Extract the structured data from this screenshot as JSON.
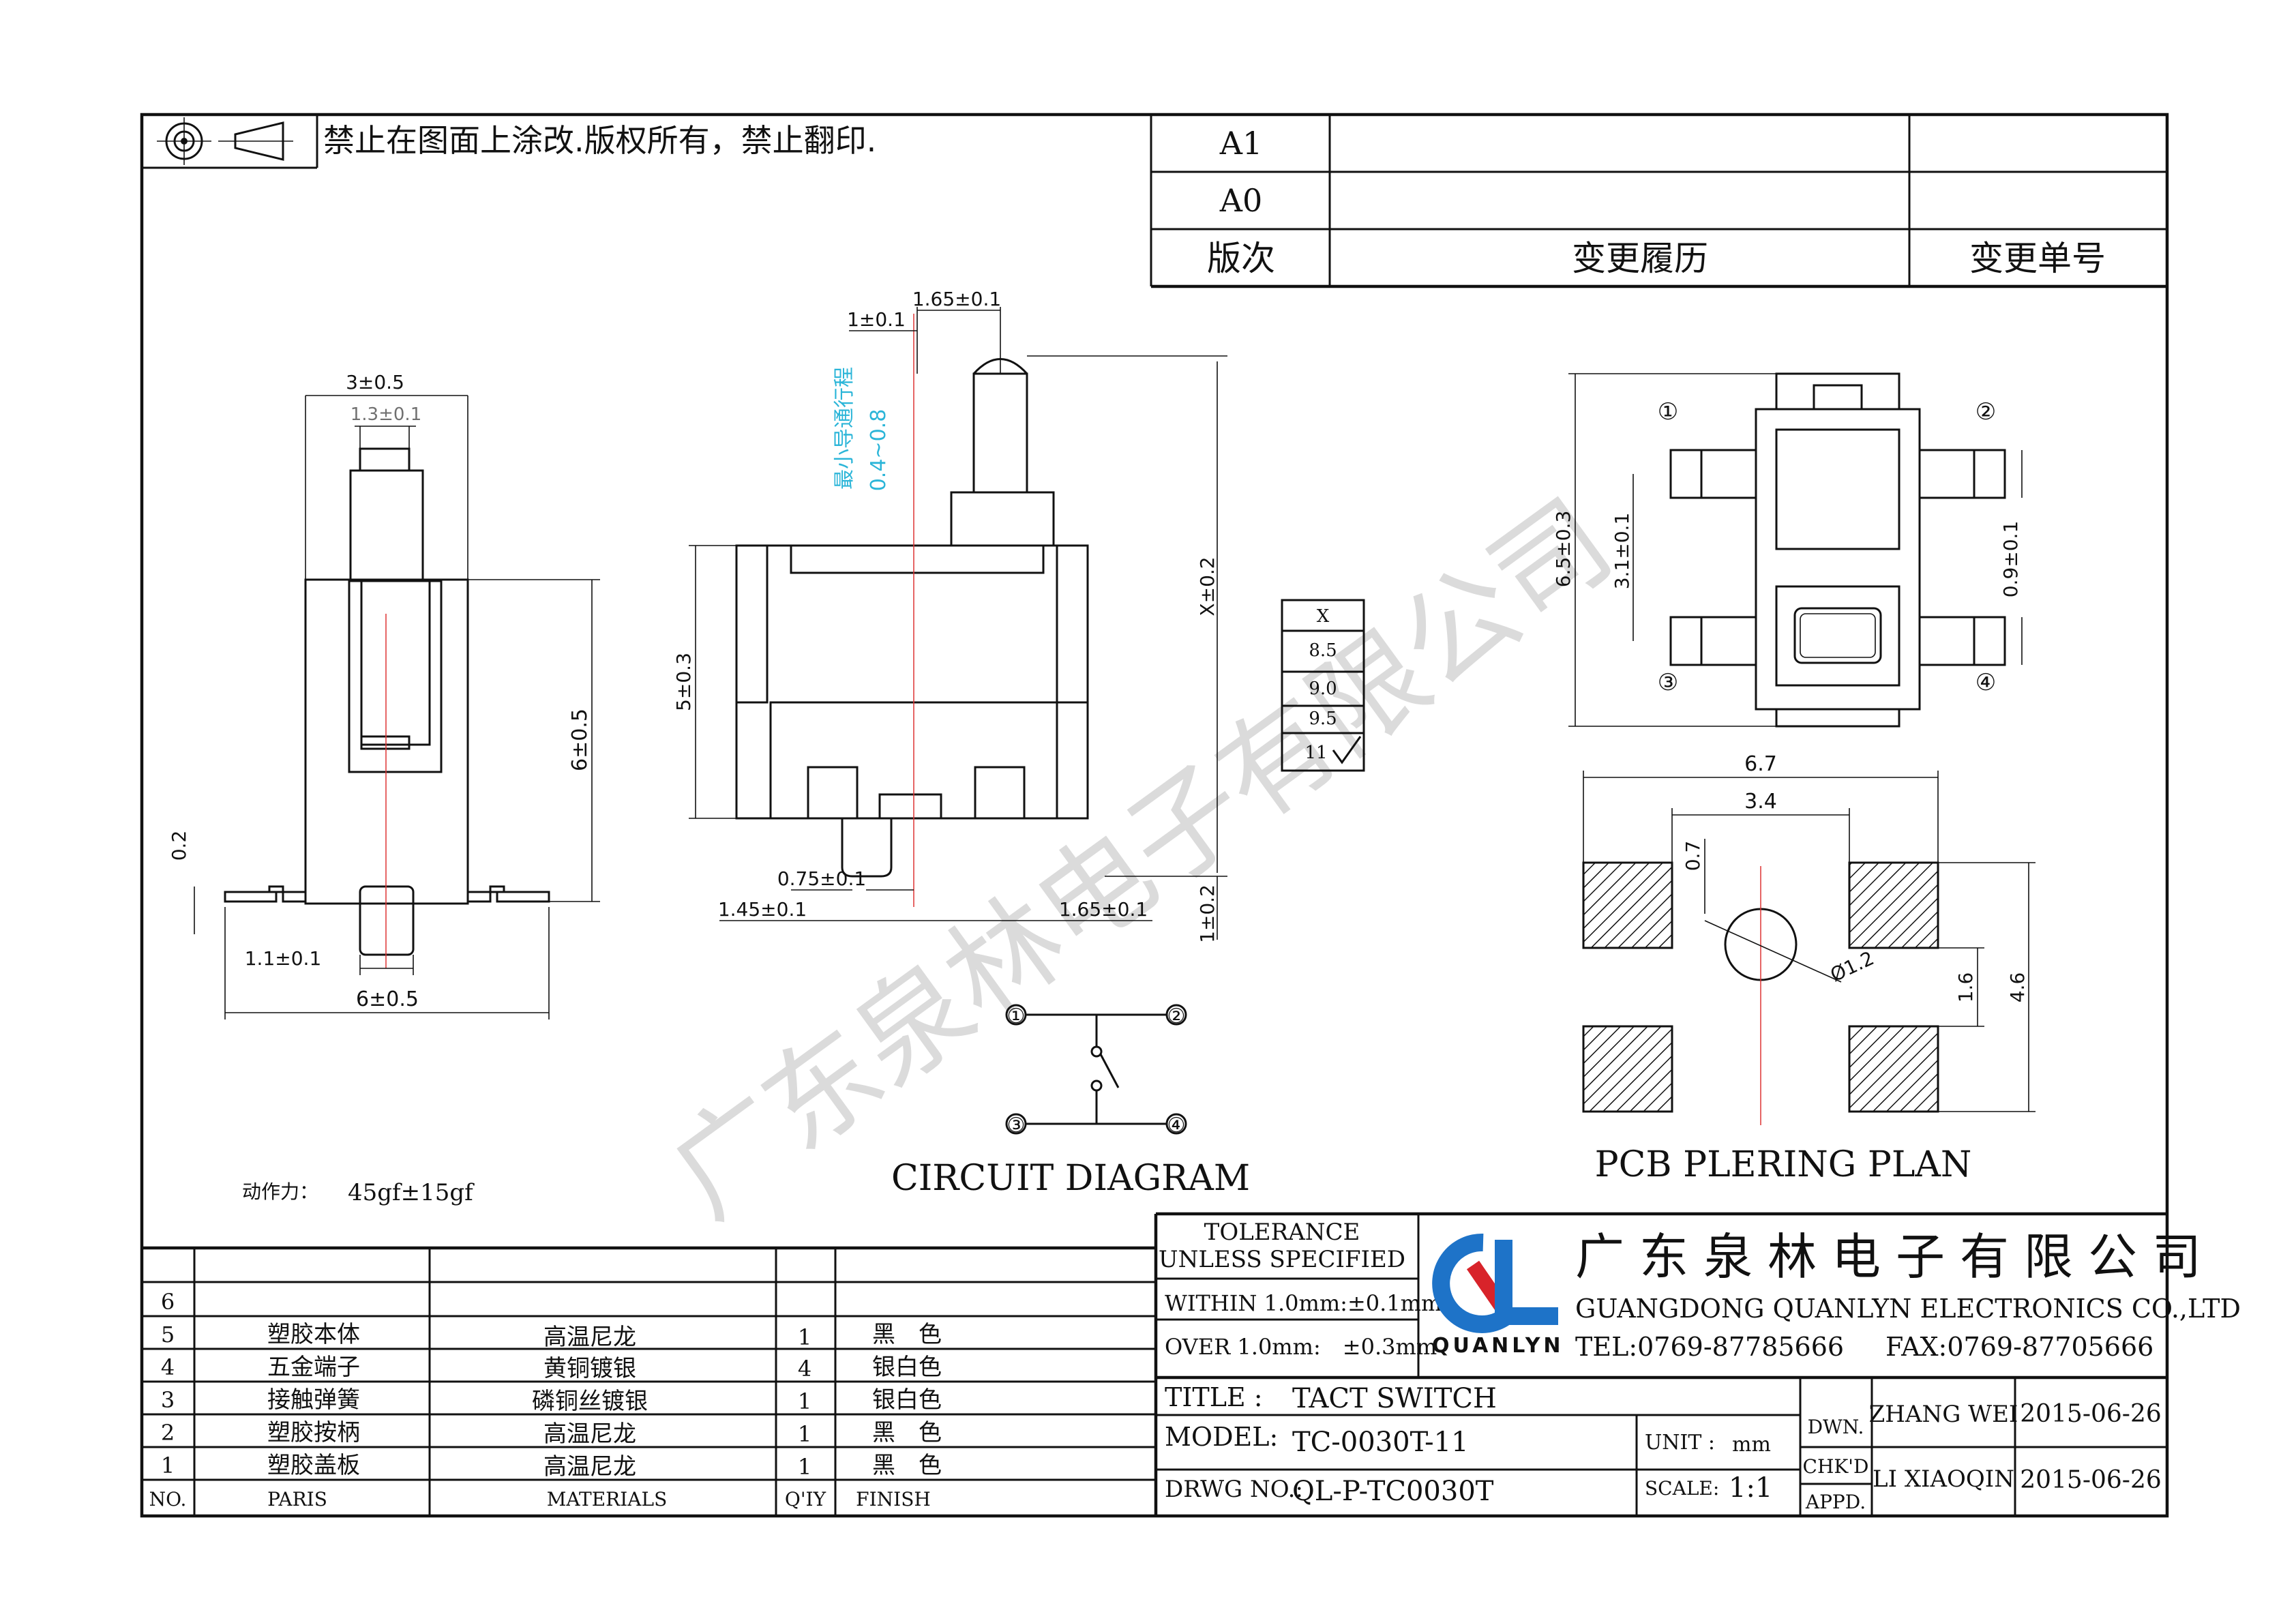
{
  "notice": "禁止在图面上涂改.版权所有，禁止翻印.",
  "revision_table": {
    "rows": [
      {
        "rev": "A1",
        "history": "",
        "change_no": ""
      },
      {
        "rev": "A0",
        "history": "",
        "change_no": ""
      }
    ],
    "headers": {
      "rev": "版次",
      "history": "变更履历",
      "change_no": "变更单号"
    }
  },
  "side_view": {
    "dims": {
      "top_w": "3±0.5",
      "tip_w": "1.3±0.1",
      "height": "6±0.5",
      "gap": "0.2",
      "pin": "1.1±0.1",
      "base_w": "6±0.5"
    }
  },
  "front_view": {
    "dims": {
      "top_w": "1.65±0.1",
      "offset": "1±0.1",
      "body_h": "5±0.3",
      "total_h": "X±0.2",
      "pin_w": "0.75±0.1",
      "pin_pos": "1.45±0.1",
      "pin_pos2": "1.65±0.1",
      "pin_h": "1±0.2"
    },
    "travel_label": "最小导通行程",
    "travel_value": "0.4~0.8"
  },
  "x_table": {
    "header": "X",
    "values": [
      "8.5",
      "9.0",
      "9.5",
      "11"
    ]
  },
  "top_view": {
    "dims": {
      "height": "6.5±0.3",
      "inner": "3.1±0.1",
      "pad": "0.9±0.1"
    },
    "pins": [
      "①",
      "②",
      "③",
      "④"
    ]
  },
  "pcb_plan": {
    "dims": {
      "outer_w": "6.7",
      "inner_w": "3.4",
      "gap": "0.7",
      "hole": "Ø1.2",
      "pitch": "1.6",
      "outer_h": "4.6"
    },
    "title": "PCB PLERING PLAN"
  },
  "circuit": {
    "title": "CIRCUIT DIAGRAM",
    "pins": [
      "①",
      "②",
      "③",
      "④"
    ]
  },
  "force": {
    "label": "动作力：",
    "value": "45gf±15gf"
  },
  "watermark": "广东泉林电子有限公司",
  "bom": {
    "headers": {
      "no": "NO.",
      "part": "PARIS",
      "material": "MATERIALS",
      "qty": "Q'IY",
      "finish": "FINISH"
    },
    "rows": [
      {
        "no": "6",
        "part": "",
        "material": "",
        "qty": "",
        "finish": ""
      },
      {
        "no": "5",
        "part": "塑胶本体",
        "material": "高温尼龙",
        "qty": "1",
        "finish": "黑　色"
      },
      {
        "no": "4",
        "part": "五金端子",
        "material": "黄铜镀银",
        "qty": "4",
        "finish": "银白色"
      },
      {
        "no": "3",
        "part": "接触弹簧",
        "material": "磷铜丝镀银",
        "qty": "1",
        "finish": "银白色"
      },
      {
        "no": "2",
        "part": "塑胶按柄",
        "material": "高温尼龙",
        "qty": "1",
        "finish": "黑　色"
      },
      {
        "no": "1",
        "part": "塑胶盖板",
        "material": "高温尼龙",
        "qty": "1",
        "finish": "黑　色"
      }
    ]
  },
  "tolerance": {
    "title1": "TOLERANCE",
    "title2": "UNLESS SPECIFIED",
    "within": "WITHIN 1.0mm:±0.1mm",
    "over": "OVER 1.0mm:　±0.3mm"
  },
  "company": {
    "cn": "广东泉林电子有限公司",
    "en": "GUANGDONG QUANLYN ELECTRONICS CO.,LTD",
    "tel": "TEL:0769-87785666",
    "fax": "FAX:0769-87705666",
    "brand": "QUANLYN",
    "colors": {
      "blue": "#1e73c8",
      "red": "#d8232a"
    }
  },
  "title_block": {
    "title_label": "TITLE :",
    "title_value": "TACT SWITCH",
    "model_label": "MODEL:",
    "model_value": "TC-0030T-11",
    "drwg_label": "DRWG NO.:",
    "drwg_value": "QL-P-TC0030T",
    "unit_label": "UNIT :",
    "unit_value": "mm",
    "scale_label": "SCALE:",
    "scale_value": "1:1",
    "dwn": "DWN.",
    "chkd": "CHK'D",
    "appd": "APPD.",
    "dwn_name": "ZHANG WEI",
    "dwn_date": "2015-06-26",
    "chk_name": "LI XIAOQIN",
    "chk_date": "2015-06-26"
  }
}
